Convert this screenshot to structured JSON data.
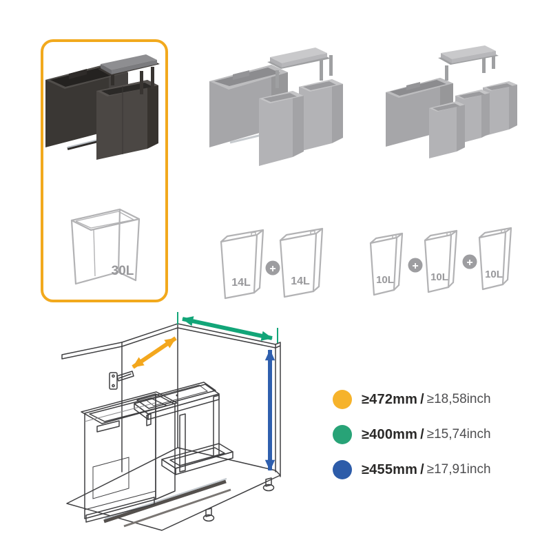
{
  "variants": [
    {
      "id": "pullout-1-large-bin",
      "highlighted": true,
      "capacities": [
        "30L"
      ]
    },
    {
      "id": "pullout-2-bins",
      "highlighted": false,
      "capacities": [
        "14L",
        "14L"
      ]
    },
    {
      "id": "pullout-3-bins",
      "highlighted": false,
      "capacities": [
        "10L",
        "10L",
        "10L"
      ]
    }
  ],
  "plus_sign": "+",
  "highlight": {
    "border_color": "#F2A91D"
  },
  "legend": {
    "separator": "/",
    "rows": [
      {
        "dot_color": "#F6B32B",
        "metric": "≥472mm",
        "imperial": "≥18,58inch"
      },
      {
        "dot_color": "#28A377",
        "metric": "≥400mm",
        "imperial": "≥15,74inch"
      },
      {
        "dot_color": "#2D5CA9",
        "metric": "≥455mm",
        "imperial": "≥17,91inch"
      }
    ]
  }
}
